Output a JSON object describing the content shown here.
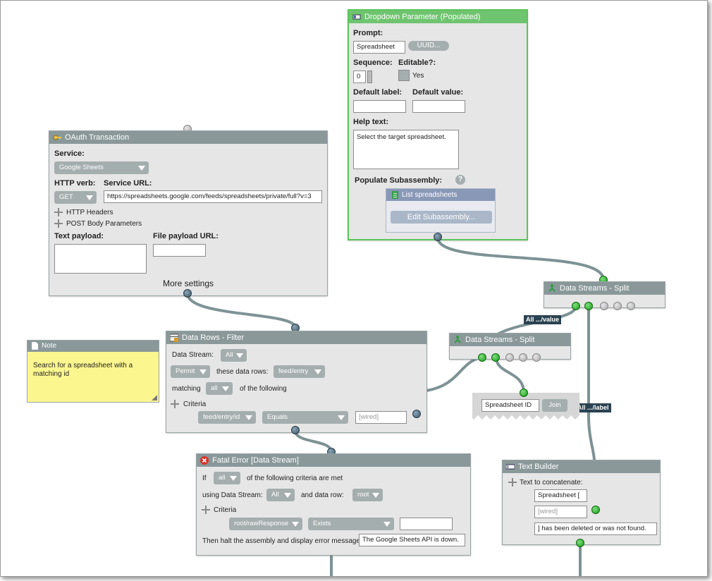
{
  "dropdown_param": {
    "title": "Dropdown Parameter (Populated)",
    "prompt_label": "Prompt:",
    "prompt_value": "Spreadsheet",
    "uuid_button": "UUID...",
    "sequence_label": "Sequence:",
    "sequence_value": "0",
    "editable_label": "Editable?:",
    "editable_yes": "Yes",
    "default_label_label": "Default label:",
    "default_value_label": "Default value:",
    "help_text_label": "Help text:",
    "help_text_value": "Select the target spreadsheet.",
    "populate_label": "Populate Subassembly:",
    "help_icon": "?",
    "sub_title": "List spreadsheets",
    "edit_sub_button": "Edit Subassembly..."
  },
  "oauth": {
    "title": "OAuth Transaction",
    "service_label": "Service:",
    "service_value": "Google Sheets",
    "http_verb_label": "HTTP verb:",
    "http_verb_value": "GET",
    "service_url_label": "Service URL:",
    "service_url_value": "https://spreadsheets.google.com/feeds/spreadsheets/private/full?v=3",
    "http_headers": "HTTP Headers",
    "post_body": "POST Body Parameters",
    "text_payload_label": "Text payload:",
    "file_payload_label": "File payload URL:",
    "more_settings": "More settings"
  },
  "note": {
    "title": "Note",
    "body": "Search for a spreadsheet with a matching id"
  },
  "filter": {
    "title": "Data Rows - Filter",
    "data_stream_label": "Data Stream:",
    "data_stream_value": "All",
    "permit_value": "Permit",
    "these_rows_label": "these data rows:",
    "rows_value": "feed/entry",
    "matching_label": "matching",
    "matching_value": "all",
    "of_following": "of the following",
    "criteria_label": "Criteria",
    "criteria_field": "feed/entry/id",
    "criteria_op": "Equals",
    "criteria_value_placeholder": "[wired]"
  },
  "split1": {
    "title": "Data Streams - Split",
    "tag": "All .../value"
  },
  "split2": {
    "title": "Data Streams - Split",
    "tag": "All .../label"
  },
  "join": {
    "field": "Spreadsheet ID",
    "button": "Join"
  },
  "fatal": {
    "title": "Fatal Error [Data Stream]",
    "if_label": "If",
    "if_value": "all",
    "criteria_met": "of the following criteria are met",
    "using_label": "using Data Stream:",
    "using_value": "All",
    "data_row_label": "and data row:",
    "data_row_value": "root",
    "criteria_label": "Criteria",
    "criteria_field": "root/rawResponse",
    "criteria_op": "Exists",
    "halt_label": "Then halt the assembly and display error message:",
    "halt_value": "The Google Sheets API is down."
  },
  "text_builder": {
    "title": "Text Builder",
    "concat_label": "Text to concatenate:",
    "part1": "Spreadsheet [",
    "part2_placeholder": "[wired]",
    "part3": "] has been deleted or was not found."
  },
  "colors": {
    "header": "#8a9899",
    "panel": "#e6e6e6",
    "selected_border": "#5cc45c",
    "wire": "#7d9294",
    "note": "#fcf68f"
  }
}
